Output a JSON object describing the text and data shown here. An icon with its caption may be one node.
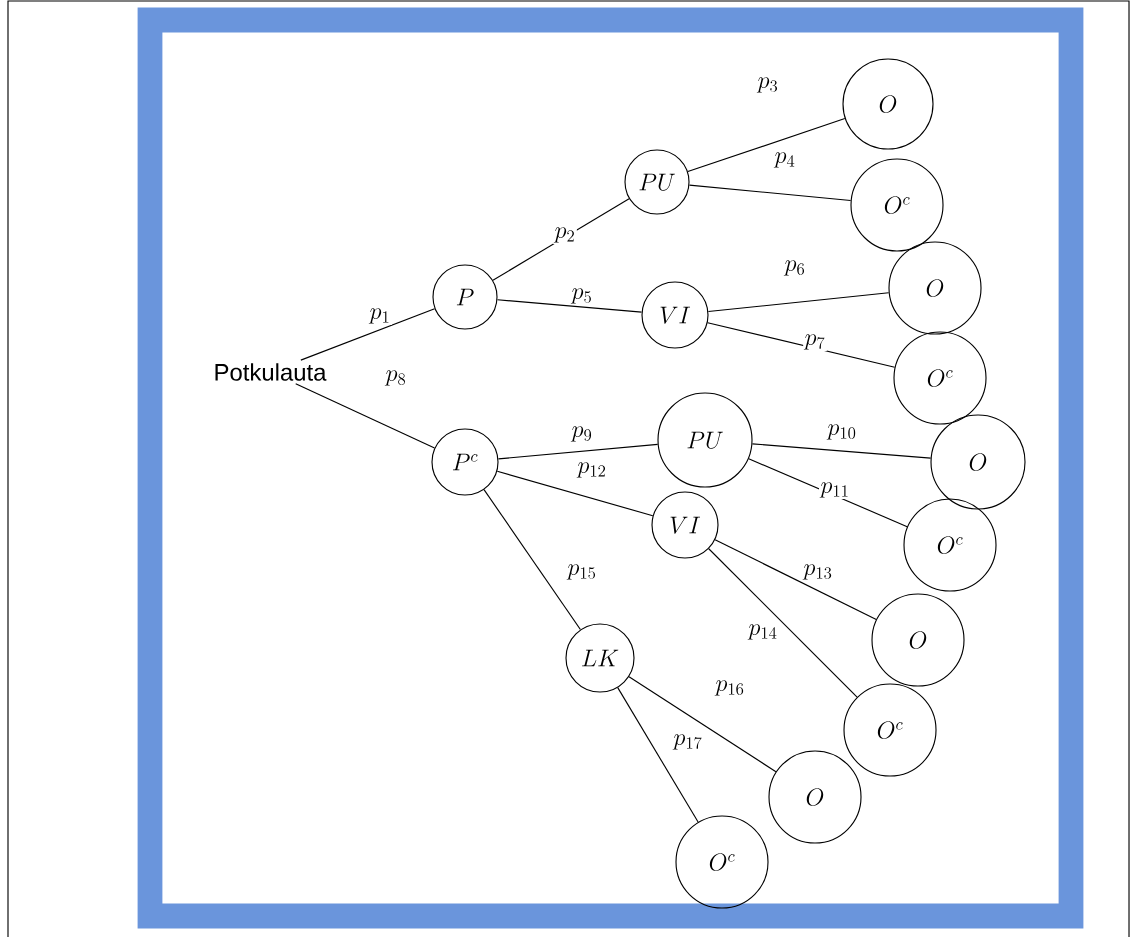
{
  "diagram": {
    "nodes": [
      {
        "text": [
          "Potkulauta"
        ]
      },
      {
        "text": [
          "P"
        ]
      },
      {
        "text": [
          "PU"
        ]
      },
      {
        "text": [
          "O"
        ]
      },
      {
        "text": [
          "O^{c}"
        ]
      },
      {
        "text": [
          "VI"
        ]
      },
      {
        "text": [
          "O"
        ]
      },
      {
        "text": [
          "O^{c}"
        ]
      },
      {
        "text": [
          "P^{c}"
        ]
      },
      {
        "text": [
          "PU"
        ]
      },
      {
        "text": [
          "O"
        ]
      },
      {
        "text": [
          "O^{c}"
        ]
      },
      {
        "text": [
          "VI"
        ]
      },
      {
        "text": [
          "O"
        ]
      },
      {
        "text": [
          "O^{c}"
        ]
      },
      {
        "text": [
          "LK"
        ]
      },
      {
        "text": [
          "O"
        ]
      },
      {
        "text": [
          "O^{c}"
        ]
      }
    ],
    "edges": [
      {
        "from": 0,
        "to": 1,
        "arrow": "none",
        "label": "p_{1}"
      },
      {
        "from": 1,
        "to": 2,
        "arrow": "none",
        "label": "p_{2}"
      },
      {
        "from": 2,
        "to": 3,
        "arrow": "none",
        "label": "p_{3}"
      },
      {
        "from": 2,
        "to": 4,
        "arrow": "none",
        "label": "p_{4}"
      },
      {
        "from": 1,
        "to": 5,
        "arrow": "none",
        "label": "p_{5}"
      },
      {
        "from": 5,
        "to": 6,
        "arrow": "none",
        "label": "p_{6}"
      },
      {
        "from": 5,
        "to": 7,
        "arrow": "none",
        "label": "p_{7}"
      },
      {
        "from": 0,
        "to": 8,
        "arrow": "none",
        "label": "p_{8}"
      },
      {
        "from": 8,
        "to": 9,
        "arrow": "none",
        "label": "p_{9}"
      },
      {
        "from": 9,
        "to": 10,
        "arrow": "none",
        "label": "p_{10}"
      },
      {
        "from": 9,
        "to": 11,
        "arrow": "none",
        "label": "p_{11}"
      },
      {
        "from": 8,
        "to": 12,
        "arrow": "none",
        "label": "p_{12}"
      },
      {
        "from": 12,
        "to": 13,
        "arrow": "none",
        "label": "p_{13}"
      },
      {
        "from": 12,
        "to": 14,
        "arrow": "none",
        "label": "p_{14}"
      },
      {
        "from": 8,
        "to": 15,
        "arrow": "none",
        "label": "p_{15}"
      },
      {
        "from": 15,
        "to": 16,
        "arrow": "none",
        "label": "p_{16}"
      },
      {
        "from": 15,
        "to": 17,
        "arrow": "none",
        "label": "p_{17}"
      }
    ]
  }
}
